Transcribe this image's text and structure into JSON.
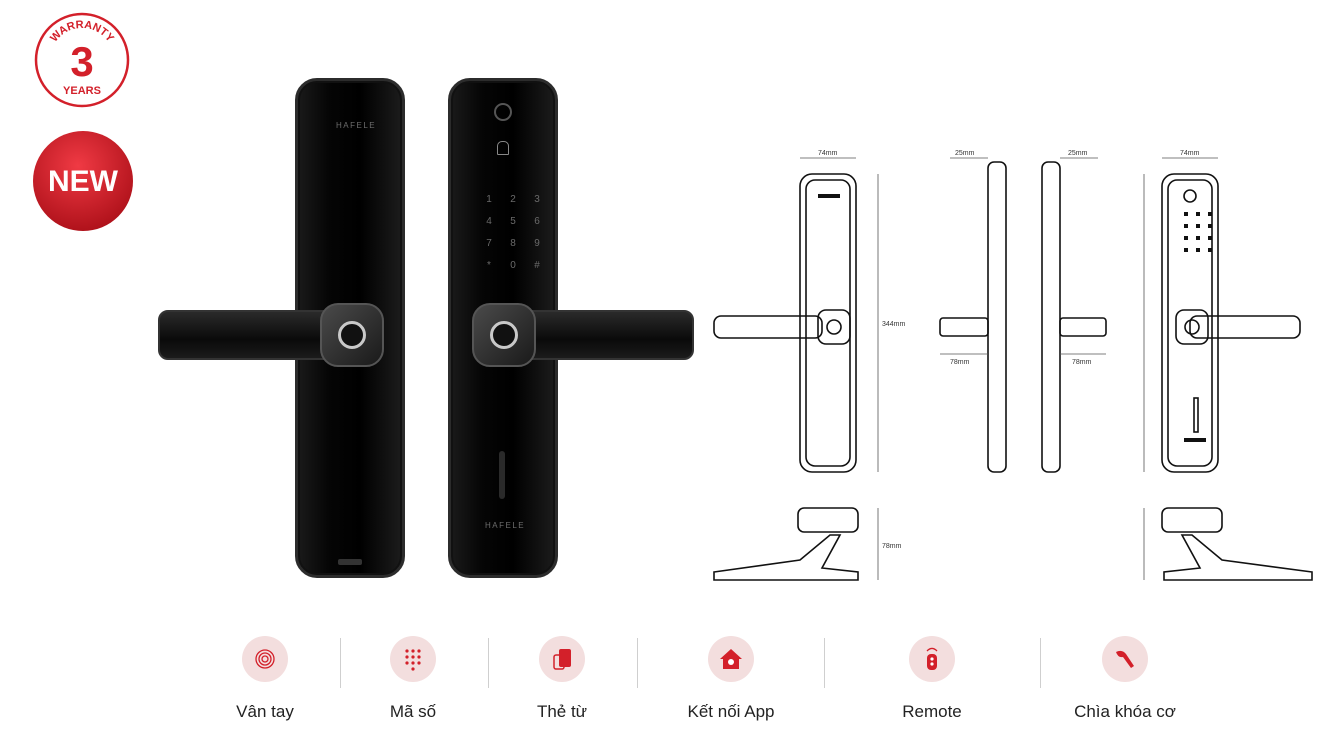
{
  "badges": {
    "warranty_top": "WARRANTY",
    "warranty_number": "3",
    "warranty_bottom": "YEARS",
    "new_label": "NEW"
  },
  "product": {
    "brand": "HAFELE",
    "keypad": [
      "1",
      "2",
      "3",
      "4",
      "5",
      "6",
      "7",
      "8",
      "9",
      "*",
      "0",
      "#"
    ]
  },
  "drawing_labels": {
    "front_width": "74mm",
    "side_width_left": "25mm",
    "side_width_right": "25mm",
    "back_width": "74mm",
    "height": "344mm",
    "handle_proj_left": "78mm",
    "handle_proj_right": "78mm",
    "base_height": "78mm"
  },
  "colors": {
    "accent": "#d3202a",
    "badge_bg": "#d81e2a"
  },
  "features": [
    {
      "label": "Vân tay",
      "icon": "fingerprint-icon"
    },
    {
      "label": "Mã số",
      "icon": "keypad-icon"
    },
    {
      "label": "Thẻ từ",
      "icon": "card-icon"
    },
    {
      "label": "Kết nối App",
      "icon": "smart-home-icon"
    },
    {
      "label": "Remote",
      "icon": "remote-icon"
    },
    {
      "label": "Chìa khóa cơ",
      "icon": "key-icon"
    }
  ]
}
